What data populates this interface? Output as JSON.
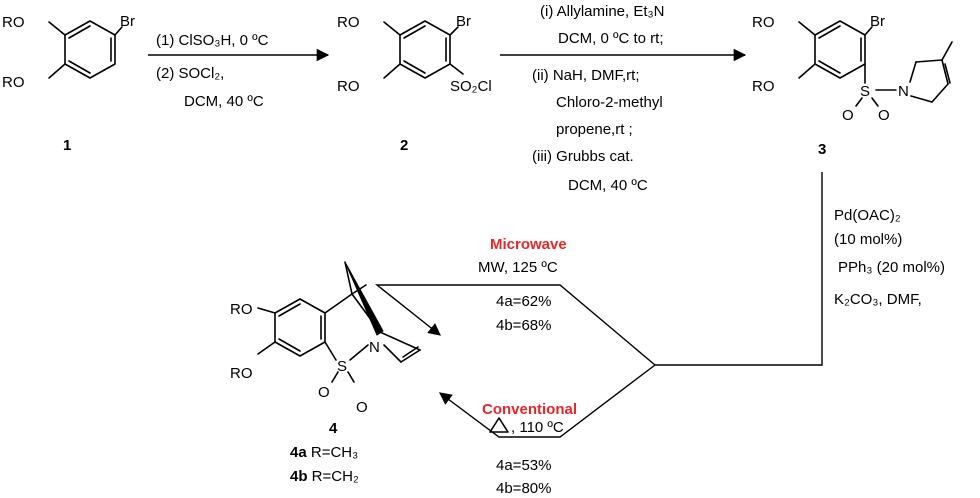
{
  "compounds": {
    "c1": {
      "number": "1",
      "ro_top": "RO",
      "ro_bottom": "RO",
      "br": "Br"
    },
    "c2": {
      "number": "2",
      "ro_top": "RO",
      "ro_bottom": "RO",
      "br": "Br",
      "so2cl": "SO₂Cl"
    },
    "c3": {
      "number": "3",
      "ro_top": "RO",
      "ro_bottom": "RO",
      "br": "Br",
      "s": "S",
      "n": "N",
      "o1": "O",
      "o2": "O"
    },
    "c4": {
      "number": "4",
      "ro_top": "RO",
      "ro_bottom": "RO",
      "s": "S",
      "n": "N",
      "o1": "O",
      "o2": "O",
      "variant_a_label": "4a",
      "variant_a_r": " R=CH₃",
      "variant_b_label": "4b",
      "variant_b_r": " R=CH₂"
    }
  },
  "step1": {
    "line1": "(1) ClSO₃H, 0 ºC",
    "line2": "(2) SOCl₂,",
    "line3": "DCM, 40 ºC"
  },
  "step2": {
    "line1": "(i) Allylamine, Et₃N",
    "line2": "DCM, 0 ºC to rt;",
    "line3": "(ii) NaH, DMF,rt;",
    "line4": "Chloro-2-methyl",
    "line5": "propene,rt ;",
    "line6": "(iii) Grubbs cat.",
    "line7": "DCM, 40 ºC"
  },
  "step3": {
    "line1": "Pd(OAC)₂",
    "line2": "(10 mol%)",
    "line3": "PPh₃ (20 mol%)",
    "line4": "K₂CO₃, DMF,"
  },
  "microwave": {
    "title": "Microwave",
    "conditions": "MW, 125 ºC",
    "yield_a": "4a=62%",
    "yield_b": "4b=68%"
  },
  "conventional": {
    "title": "Conventional",
    "conditions": ", 110 ºC",
    "yield_a": "4a=53%",
    "yield_b": "4b=80%"
  }
}
